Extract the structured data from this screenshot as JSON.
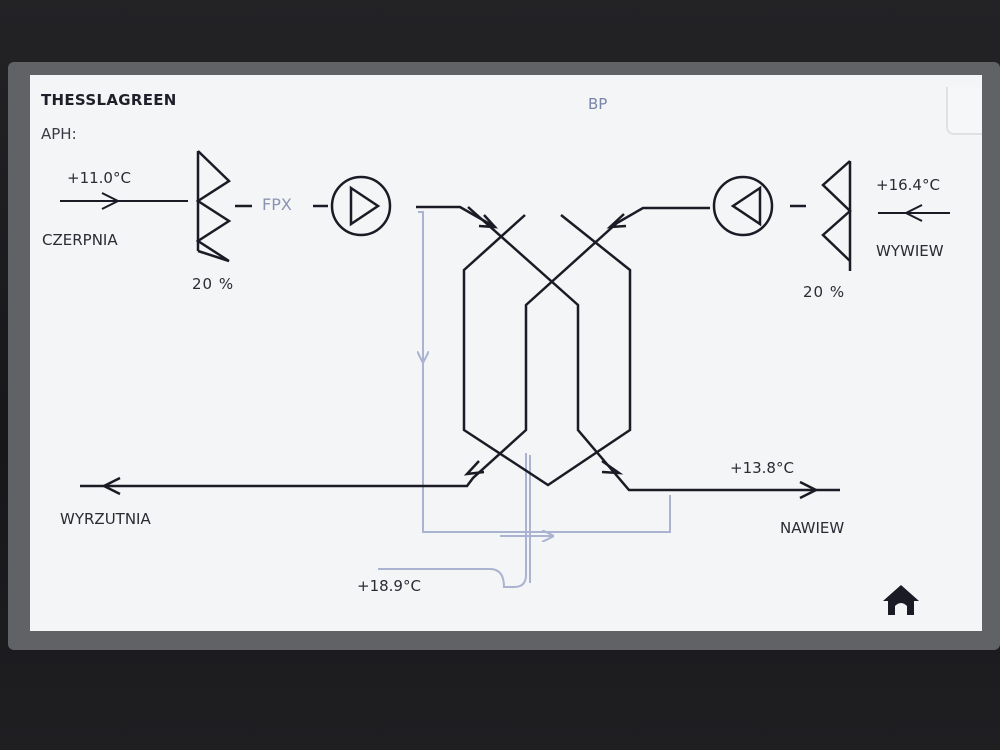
{
  "header": {
    "brand": "THESSLAGREEN",
    "subtitle": "APH:",
    "mode": "BP"
  },
  "intake": {
    "temperature": "+11.0°C",
    "label": "CZERPNIA",
    "damper_percent": "20 %",
    "filter_label": "FPX"
  },
  "extract": {
    "temperature": "+16.4°C",
    "label": "WYWIEW",
    "damper_percent": "20 %"
  },
  "supply": {
    "temperature": "+13.8°C",
    "label": "NAWIEW"
  },
  "exhaust": {
    "label": "WYRZUTNIA"
  },
  "bypass": {
    "temperature": "+18.9°C"
  },
  "icons": {
    "supply_fan": "fan-right-icon",
    "extract_fan": "fan-left-icon",
    "intake_damper": "damper-icon",
    "extract_damper": "damper-icon",
    "home": "home-icon"
  },
  "colors": {
    "screen_background": "#f4f5f6",
    "main_line": "#1b1b26",
    "bypass_line": "#aab3d0",
    "accent_text": "#7a83a8"
  }
}
